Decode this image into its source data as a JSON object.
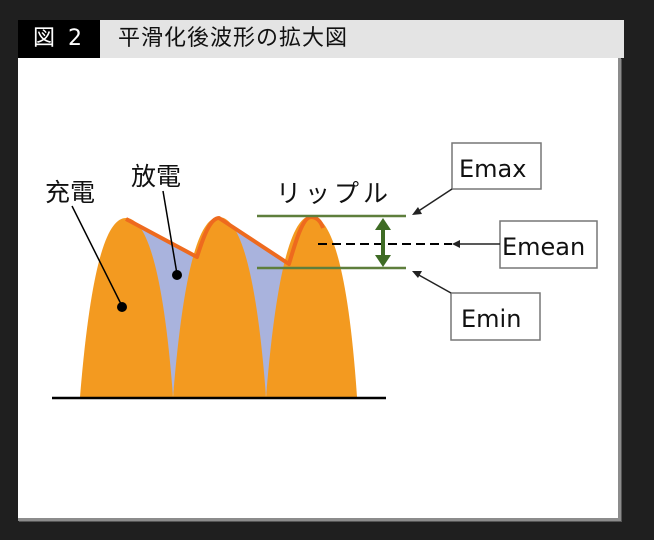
{
  "header": {
    "figure_label": "図 2",
    "title": "平滑化後波形の拡大図"
  },
  "diagram": {
    "labels": {
      "charge": "充電",
      "discharge": "放電",
      "ripple": "リップル",
      "emax": "Emax",
      "emean": "Emean",
      "emin": "Emin"
    },
    "colors": {
      "charge_fill": "#F39A20",
      "discharge_fill": "#A9B3DD",
      "envelope_line": "#EE6A1E",
      "ripple_lines": "#5E7E3C",
      "ripple_arrow": "#3E6B24",
      "baseline": "#000000"
    }
  },
  "chart_data": {
    "type": "area",
    "title": "平滑化後波形の拡大図",
    "description": "Rectified sine humps (charging, orange) with capacitor discharge region (lavender) between peaks; ripple band between Emax and Emin with mean Emean",
    "series": [
      {
        "name": "充電",
        "shape": "rectified half-sine humps",
        "count": 3
      },
      {
        "name": "放電",
        "shape": "linear decay between peaks"
      }
    ],
    "annotations": [
      "Emax",
      "Emean",
      "Emin",
      "リップル"
    ],
    "xlabel": "",
    "ylabel": ""
  }
}
